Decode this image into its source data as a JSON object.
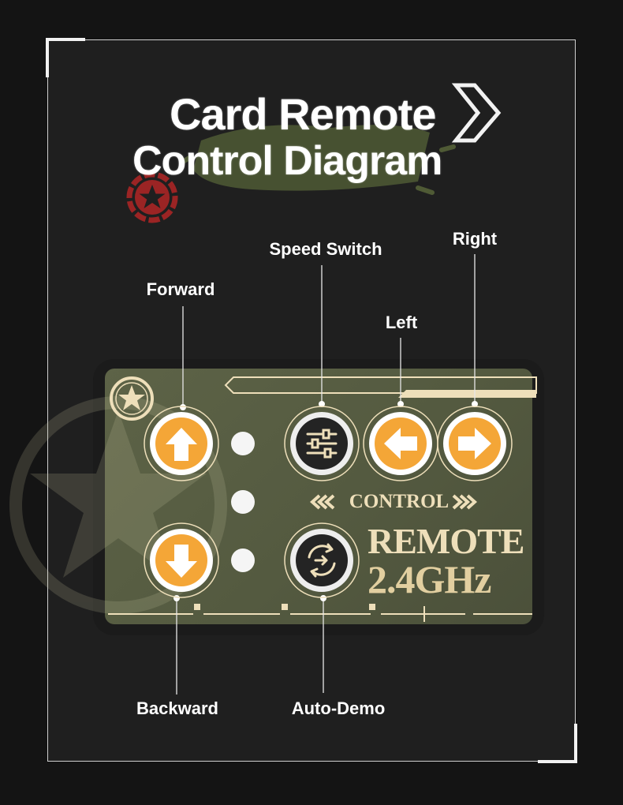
{
  "title": {
    "line1": "Card Remote",
    "line2": "Control Diagram"
  },
  "callouts": {
    "forward": "Forward",
    "speed_switch": "Speed Switch",
    "left": "Left",
    "right": "Right",
    "backward": "Backward",
    "auto_demo": "Auto-Demo"
  },
  "remote": {
    "control_label": "CONTROL",
    "brand_line1": "REMOTE",
    "brand_line2": "2.4GHz"
  },
  "colors": {
    "background": "#141414",
    "panel": "#585e43",
    "button_orange": "#f4a637",
    "cream": "#eedfba",
    "accent_red": "#9b2424"
  },
  "icons": [
    "arrow-up-icon",
    "arrow-down-icon",
    "arrow-left-icon",
    "arrow-right-icon",
    "sliders-icon",
    "auto-cycle-icon",
    "star-badge-icon",
    "chevron-right-icon"
  ]
}
